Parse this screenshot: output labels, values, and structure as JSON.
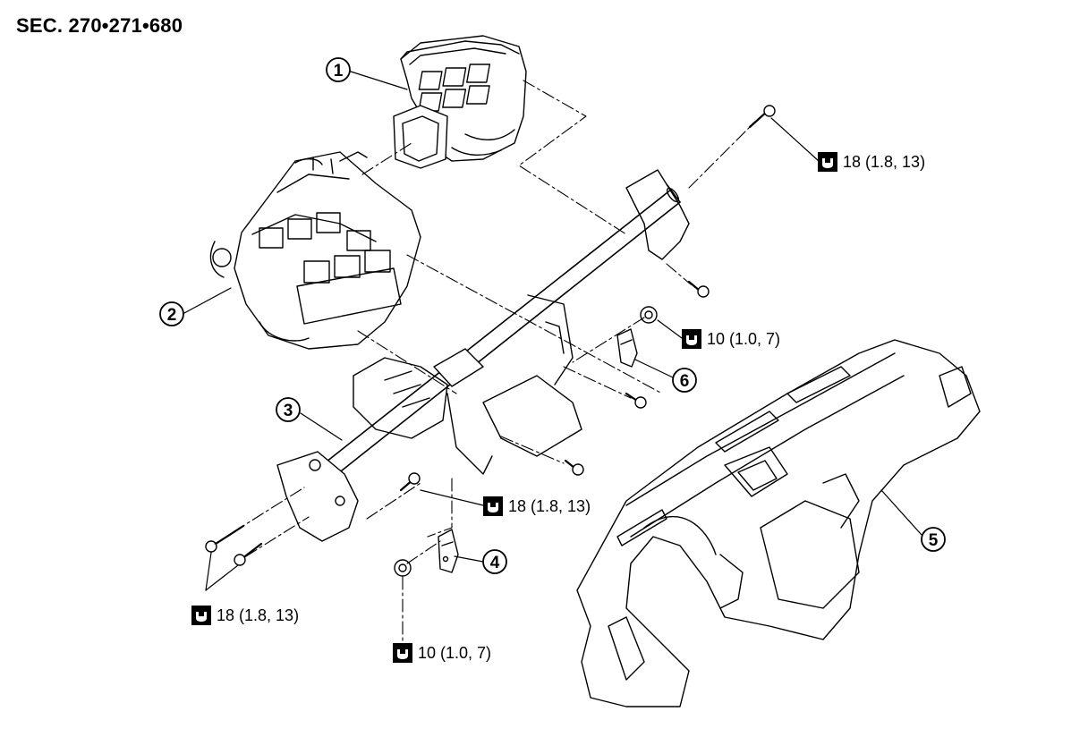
{
  "section": "SEC. 270•271•680",
  "callouts": [
    "1",
    "2",
    "3",
    "4",
    "5",
    "6"
  ],
  "torques": {
    "t1": "18 (1.8, 13)",
    "t2": "10 (1.0, 7)",
    "t3": "18 (1.8, 13)",
    "t4": "18 (1.8, 13)",
    "t5": "10 (1.0, 7)"
  },
  "icons": {
    "torque": "torque-wrench-icon"
  }
}
